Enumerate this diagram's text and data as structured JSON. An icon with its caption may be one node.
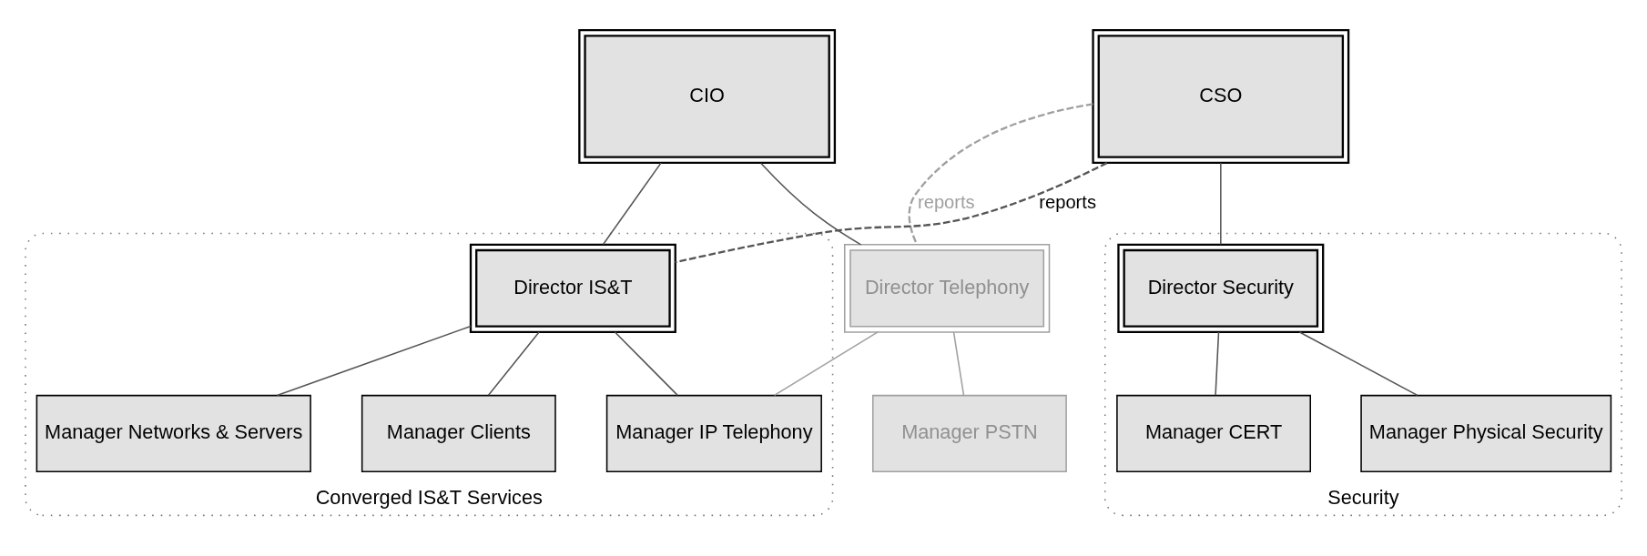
{
  "diagram": {
    "nodes": [
      {
        "text": [
          "CIO"
        ]
      },
      {
        "text": [
          "CSO"
        ]
      },
      {
        "text": [
          "Director Telephony"
        ]
      },
      {
        "text": [
          "Converged IS&T Services"
        ]
      },
      {
        "text": [
          "Director IS&T"
        ],
        "in": 3
      },
      {
        "text": [
          "Manager IP Telephony"
        ],
        "in": 3
      },
      {
        "text": [
          "Manager Networks & Servers"
        ],
        "in": 3
      },
      {
        "text": [
          "Manager Clients"
        ],
        "in": 3
      },
      {
        "text": [
          "Manager PSTN"
        ]
      },
      {
        "text": [
          "Security"
        ]
      },
      {
        "text": [
          "Director Security"
        ],
        "in": 9
      },
      {
        "text": [
          "Manager CERT"
        ],
        "in": 9
      },
      {
        "text": [
          "Manager Physical Security"
        ],
        "in": 9
      }
    ],
    "edges": [
      {
        "from": 0,
        "to": 4,
        "arrow": "none"
      },
      {
        "from": 0,
        "to": 2,
        "arrow": "none"
      },
      {
        "from": 1,
        "to": 2,
        "arrow": "none",
        "label": "reports",
        "style": "dashed",
        "color": "#a0a0a0"
      },
      {
        "from": 1,
        "to": 4,
        "arrow": "none",
        "label": "reports",
        "style": "dashed"
      },
      {
        "from": 2,
        "to": 8,
        "arrow": "none",
        "color": "#a0a0a0"
      },
      {
        "from": 2,
        "to": 5,
        "arrow": "none",
        "color": "#a0a0a0"
      },
      {
        "from": 4,
        "to": 5,
        "arrow": "none"
      },
      {
        "from": 4,
        "to": 6,
        "arrow": "none"
      },
      {
        "from": 4,
        "to": 7,
        "arrow": "none"
      },
      {
        "from": 1,
        "to": 10,
        "arrow": "none"
      },
      {
        "from": 10,
        "to": 11,
        "arrow": "none"
      },
      {
        "from": 10,
        "to": 12,
        "arrow": "none"
      }
    ]
  }
}
